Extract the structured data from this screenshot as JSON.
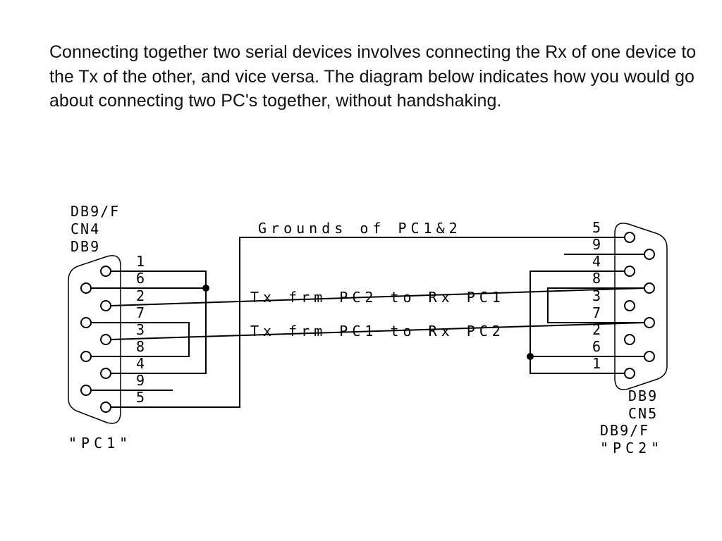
{
  "intro_text": "Connecting together two serial devices involves connecting the Rx of one device to the Tx of the other, and vice versa. The diagram below indicates how you would go about connecting two PC's together, without handshaking.",
  "diagram": {
    "pc1": {
      "labels": [
        "DB9/F",
        "CN4",
        "DB9"
      ],
      "caption": "\"PC1\"",
      "pins": [
        "1",
        "6",
        "2",
        "7",
        "3",
        "8",
        "4",
        "9",
        "5"
      ]
    },
    "pc2": {
      "labels": [
        "DB9",
        "CN5",
        "DB9/F"
      ],
      "caption": "\"PC2\"",
      "pins": [
        "5",
        "9",
        "4",
        "8",
        "3",
        "7",
        "2",
        "6",
        "1"
      ]
    },
    "wire_labels": {
      "ground": "Grounds of PC1&2",
      "tx_pc2": "Tx frm PC2 to Rx PC1",
      "tx_pc1": "Tx frm PC1 to Rx PC2"
    },
    "colors": {
      "line": "#000000",
      "background": "#ffffff",
      "text": "#111111"
    }
  }
}
